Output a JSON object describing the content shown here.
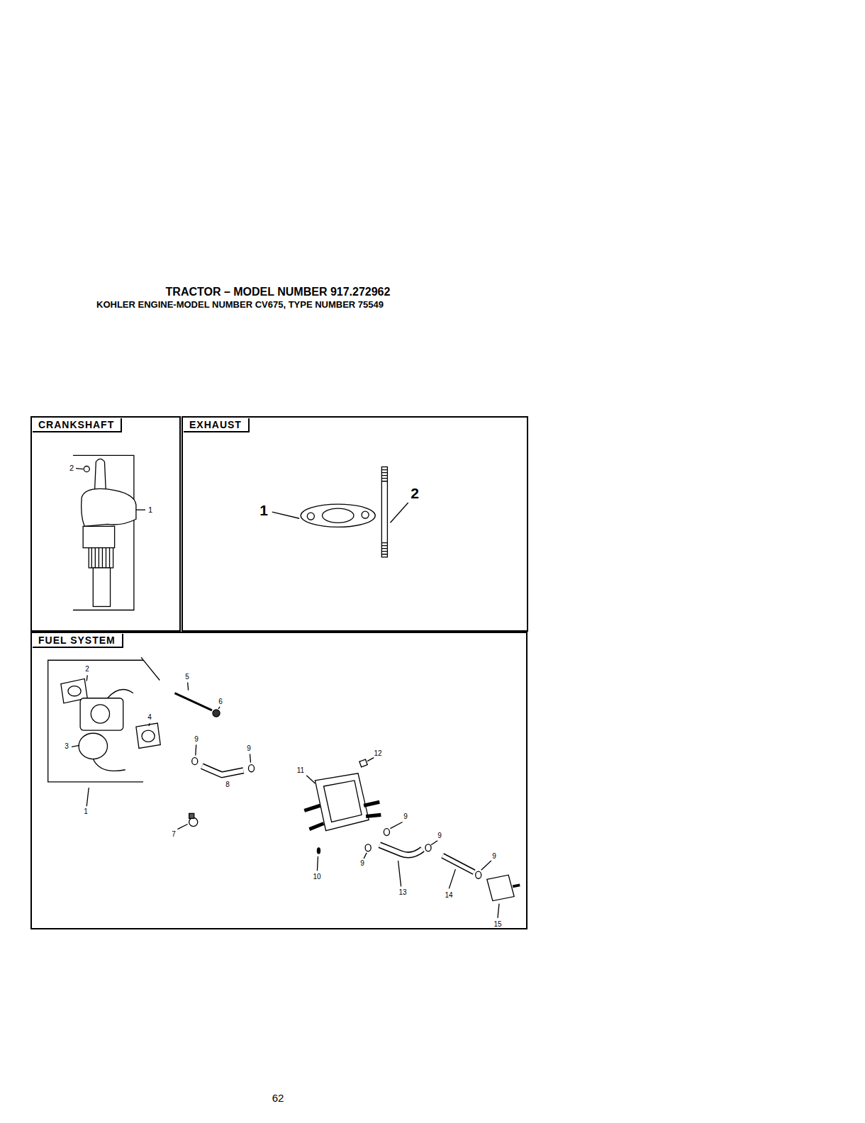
{
  "diagram": {
    "title": "TRACTOR – MODEL NUMBER 917.272962",
    "nodes": [
      {
        "text": [
          "CRANKSHAFT"
        ]
      },
      {
        "text": [
          "EXHAUST"
        ]
      },
      {
        "text": [
          "FUEL SYSTEM"
        ]
      }
    ],
    "labels": [
      "KOHLER ENGINE-MODEL NUMBER CV675, TYPE NUMBER 75549",
      "2",
      "1",
      "1",
      "2",
      "2",
      "4",
      "3",
      "1",
      "5",
      "6",
      "9",
      "9",
      "8",
      "7",
      "12",
      "11",
      "9",
      "9",
      "9",
      "10",
      "13",
      "14",
      "9",
      "15",
      "62"
    ]
  }
}
